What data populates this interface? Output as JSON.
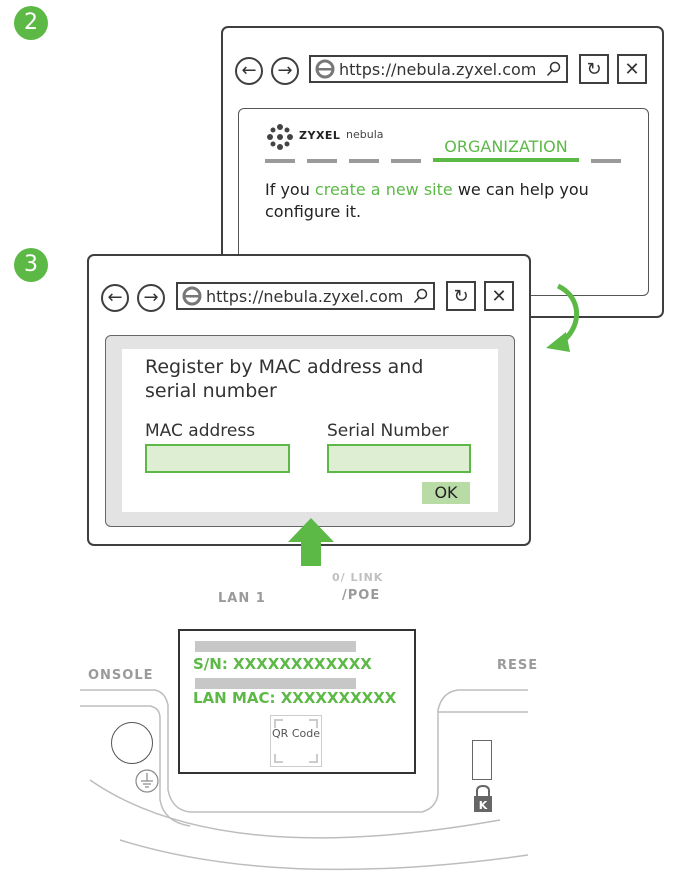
{
  "steps": {
    "step2": "2",
    "step3": "3"
  },
  "browser_top": {
    "url": "https://nebula.zyxel.com",
    "brand": "ZYXEL",
    "brand_sub": "nebula",
    "tab_label": "ORGANIZATION",
    "message_pre": "If you ",
    "message_link": "create a new site",
    "message_post": " we can help you configure it."
  },
  "browser_front": {
    "url": "https://nebula.zyxel.com",
    "heading": "Register by MAC address and serial number",
    "mac_label": "MAC address",
    "serial_label": "Serial Number",
    "ok_label": "OK"
  },
  "device": {
    "lan1": "LAN 1",
    "poe_top": "0/ LINK",
    "poe": "/POE",
    "console": "ONSOLE",
    "reset": "RESE",
    "sn": "S/N: XXXXXXXXXXXX",
    "lan_mac": "LAN MAC: XXXXXXXXXX",
    "qr": "QR Code"
  },
  "colors": {
    "accent": "#5cb946",
    "field_fill": "#ddeed2",
    "frame": "#3f3f3f"
  },
  "icons": [
    "back-arrow-icon",
    "forward-arrow-icon",
    "browser-logo-icon",
    "search-icon",
    "refresh-icon",
    "close-icon",
    "curved-arrow-icon",
    "up-arrow-icon",
    "lock-icon",
    "ground-icon",
    "qr-code-icon"
  ]
}
